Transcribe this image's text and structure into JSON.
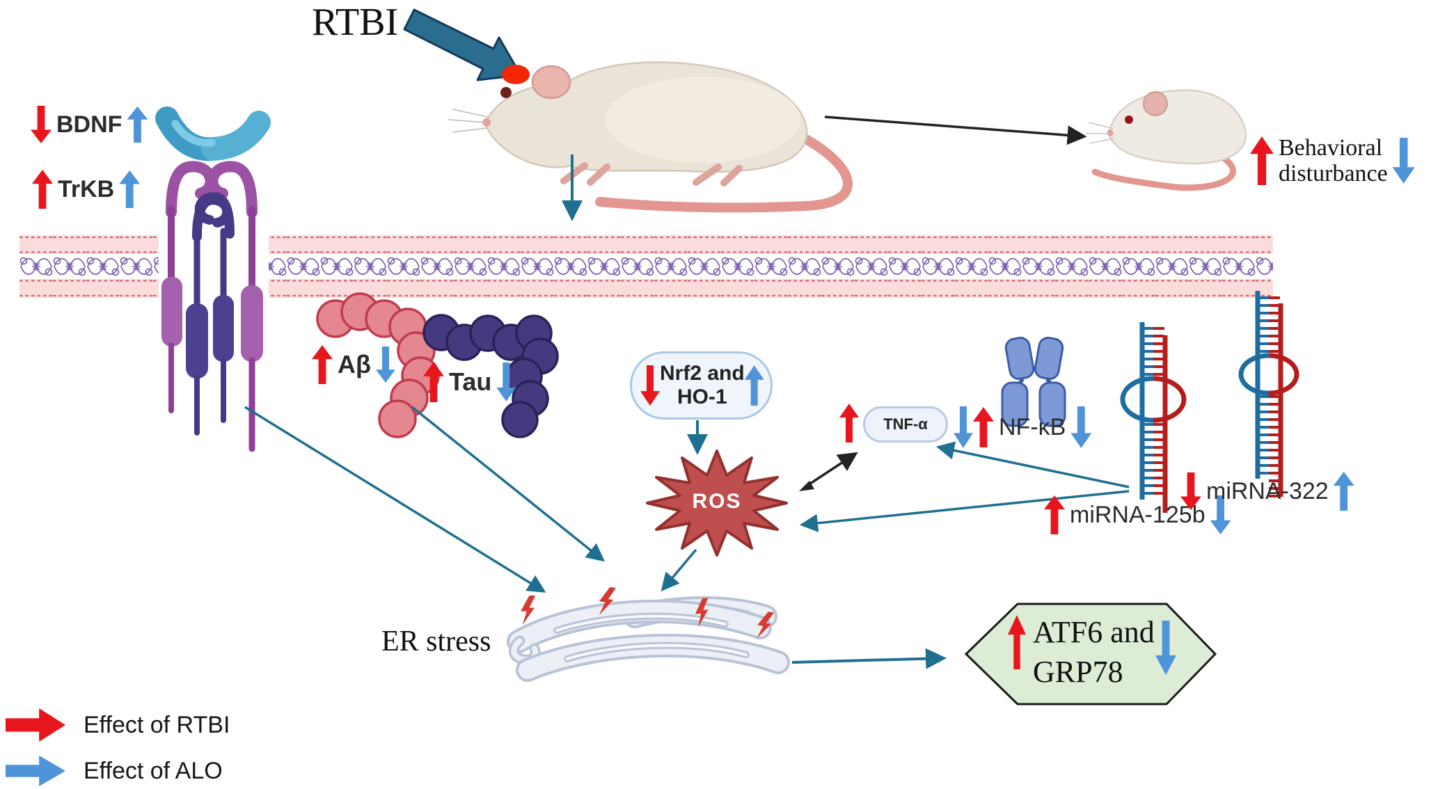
{
  "figure": {
    "title": "RTBI",
    "labels": {
      "bdnf": "BDNF",
      "trkb": "TrKB",
      "behavioral_line1": "Behavioral",
      "behavioral_line2": "disturbance",
      "abeta": "Aβ",
      "tau": "Tau",
      "nrf2_line1": "Nrf2 and",
      "nrf2_line2": "HO-1",
      "tnf": "TNF-α",
      "nfkb": "NF-κB",
      "mirna125b": "miRNA-125b",
      "mirna322": "miRNA-322",
      "ros": "ROS",
      "er": "ER stress",
      "atf6_line1": "ATF6 and",
      "atf6_line2": "GRP78"
    },
    "legend": {
      "rtbi": "Effect of RTBI",
      "alo": "Effect of ALO"
    },
    "colors": {
      "effect_rtbi_red": "#e8151c",
      "effect_alo_blue": "#4f93d8",
      "teal_arrow": "#1f6f90",
      "ros_fill": "#bf4f4e",
      "ros_border": "#93302e",
      "hexagon_fill": "#dcecd5",
      "membrane_pink": "#fbdcdc",
      "membrane_dash": "#d4656a",
      "membrane_squiggle": "#7e63ad",
      "box_border": "#a9c7e7"
    },
    "icons": {
      "up_arrow": "block arrow up",
      "down_arrow": "block arrow down",
      "right_arrow": "block arrow right",
      "lightning_bolt": "stress bolt",
      "starburst": "12-point star",
      "hairpin": "miRNA stem-loop"
    }
  }
}
